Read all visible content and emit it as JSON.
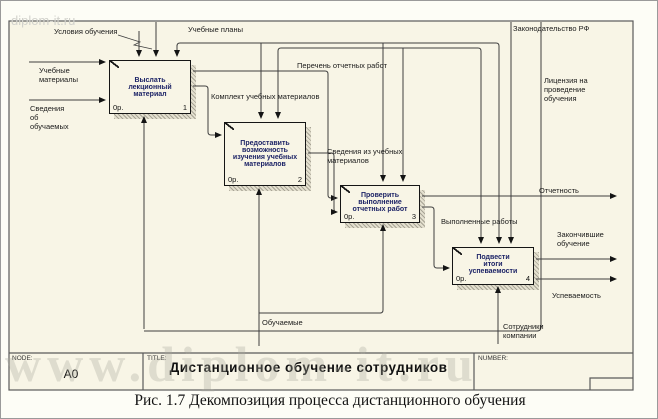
{
  "watermarks": {
    "top": "diplom-it.ru",
    "main": "www.diplom-it.ru"
  },
  "diagram": {
    "boxes": [
      {
        "title": "Выслать лекционный материал",
        "cost": "0р.",
        "number": "1"
      },
      {
        "title": "Предоставить возможность изучения учебных материалов",
        "cost": "0р.",
        "number": "2"
      },
      {
        "title": "Проверить выполнение отчетных работ",
        "cost": "0р.",
        "number": "3"
      },
      {
        "title": "Подвести итоги успеваемости",
        "cost": "0р.",
        "number": "4"
      }
    ],
    "labels": {
      "usloviya": "Условия обучения",
      "uchebnye_plany": "Учебные планы",
      "zakonodatelstvo": "Законодательство РФ",
      "litsenziya": "Лицензия на проведение обучения",
      "uchebnye_materialy": "Учебные материалы",
      "svedeniya_ob": "Сведения об обучаемых",
      "perechen": "Перечень отчетных работ",
      "komplekt": "Комплект учебных материалов",
      "svedeniya_iz": "Сведения из учебных материалов",
      "otchetnost": "Отчетность",
      "vypolnennye": "Выполненные работы",
      "zakonchivshie": "Закончившие обучение",
      "uspevaemost": "Успеваемость",
      "obuchaemye": "Обучаемые",
      "sotrudniki": "Сотрудники компании"
    },
    "titleblock": {
      "node_label": "NODE:",
      "node_value": "A0",
      "title_label": "TITLE:",
      "title_value": "Дистанционное  обучение  сотрудников",
      "number_label": "NUMBER:"
    }
  },
  "caption": "Рис.  1.7  Декомпозиция процесса дистанционного обучения",
  "colors": {
    "background": "#f8f5e6",
    "line": "#3f3f3f",
    "box_text": "#1c2366",
    "watermark": "#c9c9c0"
  }
}
